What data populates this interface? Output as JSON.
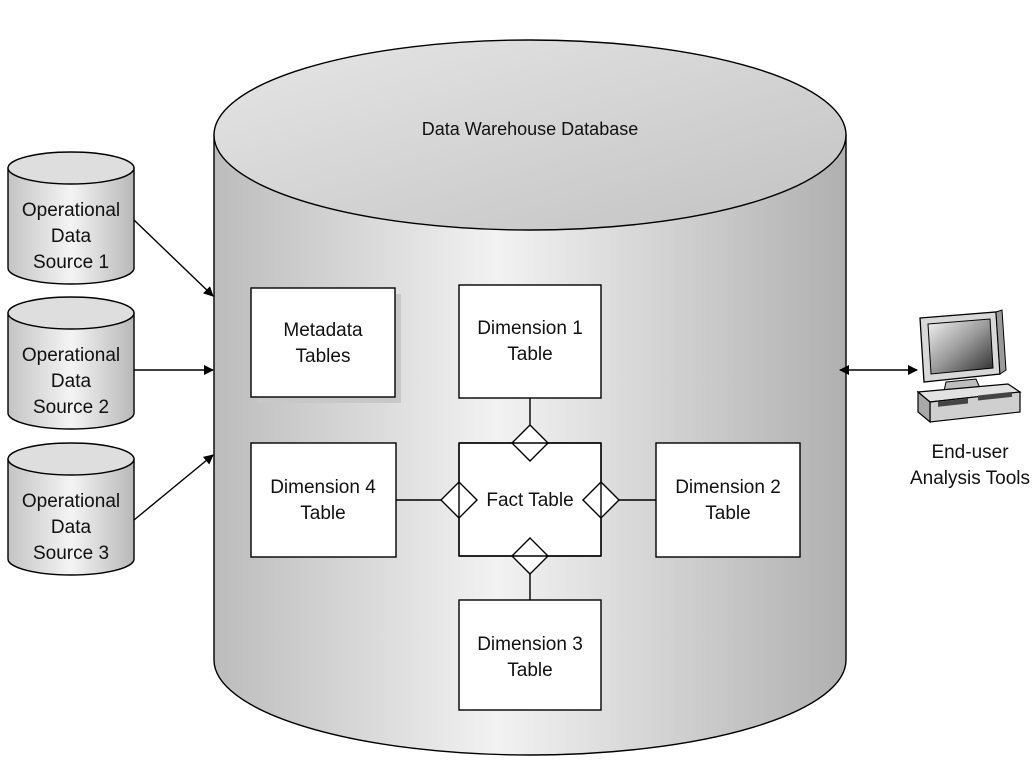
{
  "warehouse": {
    "title": "Data Warehouse Database"
  },
  "sources": [
    {
      "lines": [
        "Operational",
        "Data",
        "Source 1"
      ]
    },
    {
      "lines": [
        "Operational",
        "Data",
        "Source 2"
      ]
    },
    {
      "lines": [
        "Operational",
        "Data",
        "Source 3"
      ]
    }
  ],
  "tables": {
    "metadata": {
      "lines": [
        "Metadata",
        "Tables"
      ]
    },
    "dim1": {
      "lines": [
        "Dimension 1",
        "Table"
      ]
    },
    "dim2": {
      "lines": [
        "Dimension 2",
        "Table"
      ]
    },
    "dim3": {
      "lines": [
        "Dimension 3",
        "Table"
      ]
    },
    "dim4": {
      "lines": [
        "Dimension 4",
        "Table"
      ]
    },
    "fact": {
      "lines": [
        "Fact Table"
      ]
    }
  },
  "enduser": {
    "lines": [
      "End-user",
      "Analysis Tools"
    ]
  },
  "icons": {
    "computer": "computer-workstation-icon"
  },
  "colors": {
    "cylinder_light": "#f2f2f2",
    "cylinder_dark": "#b4b4b4",
    "stroke": "#000000"
  }
}
